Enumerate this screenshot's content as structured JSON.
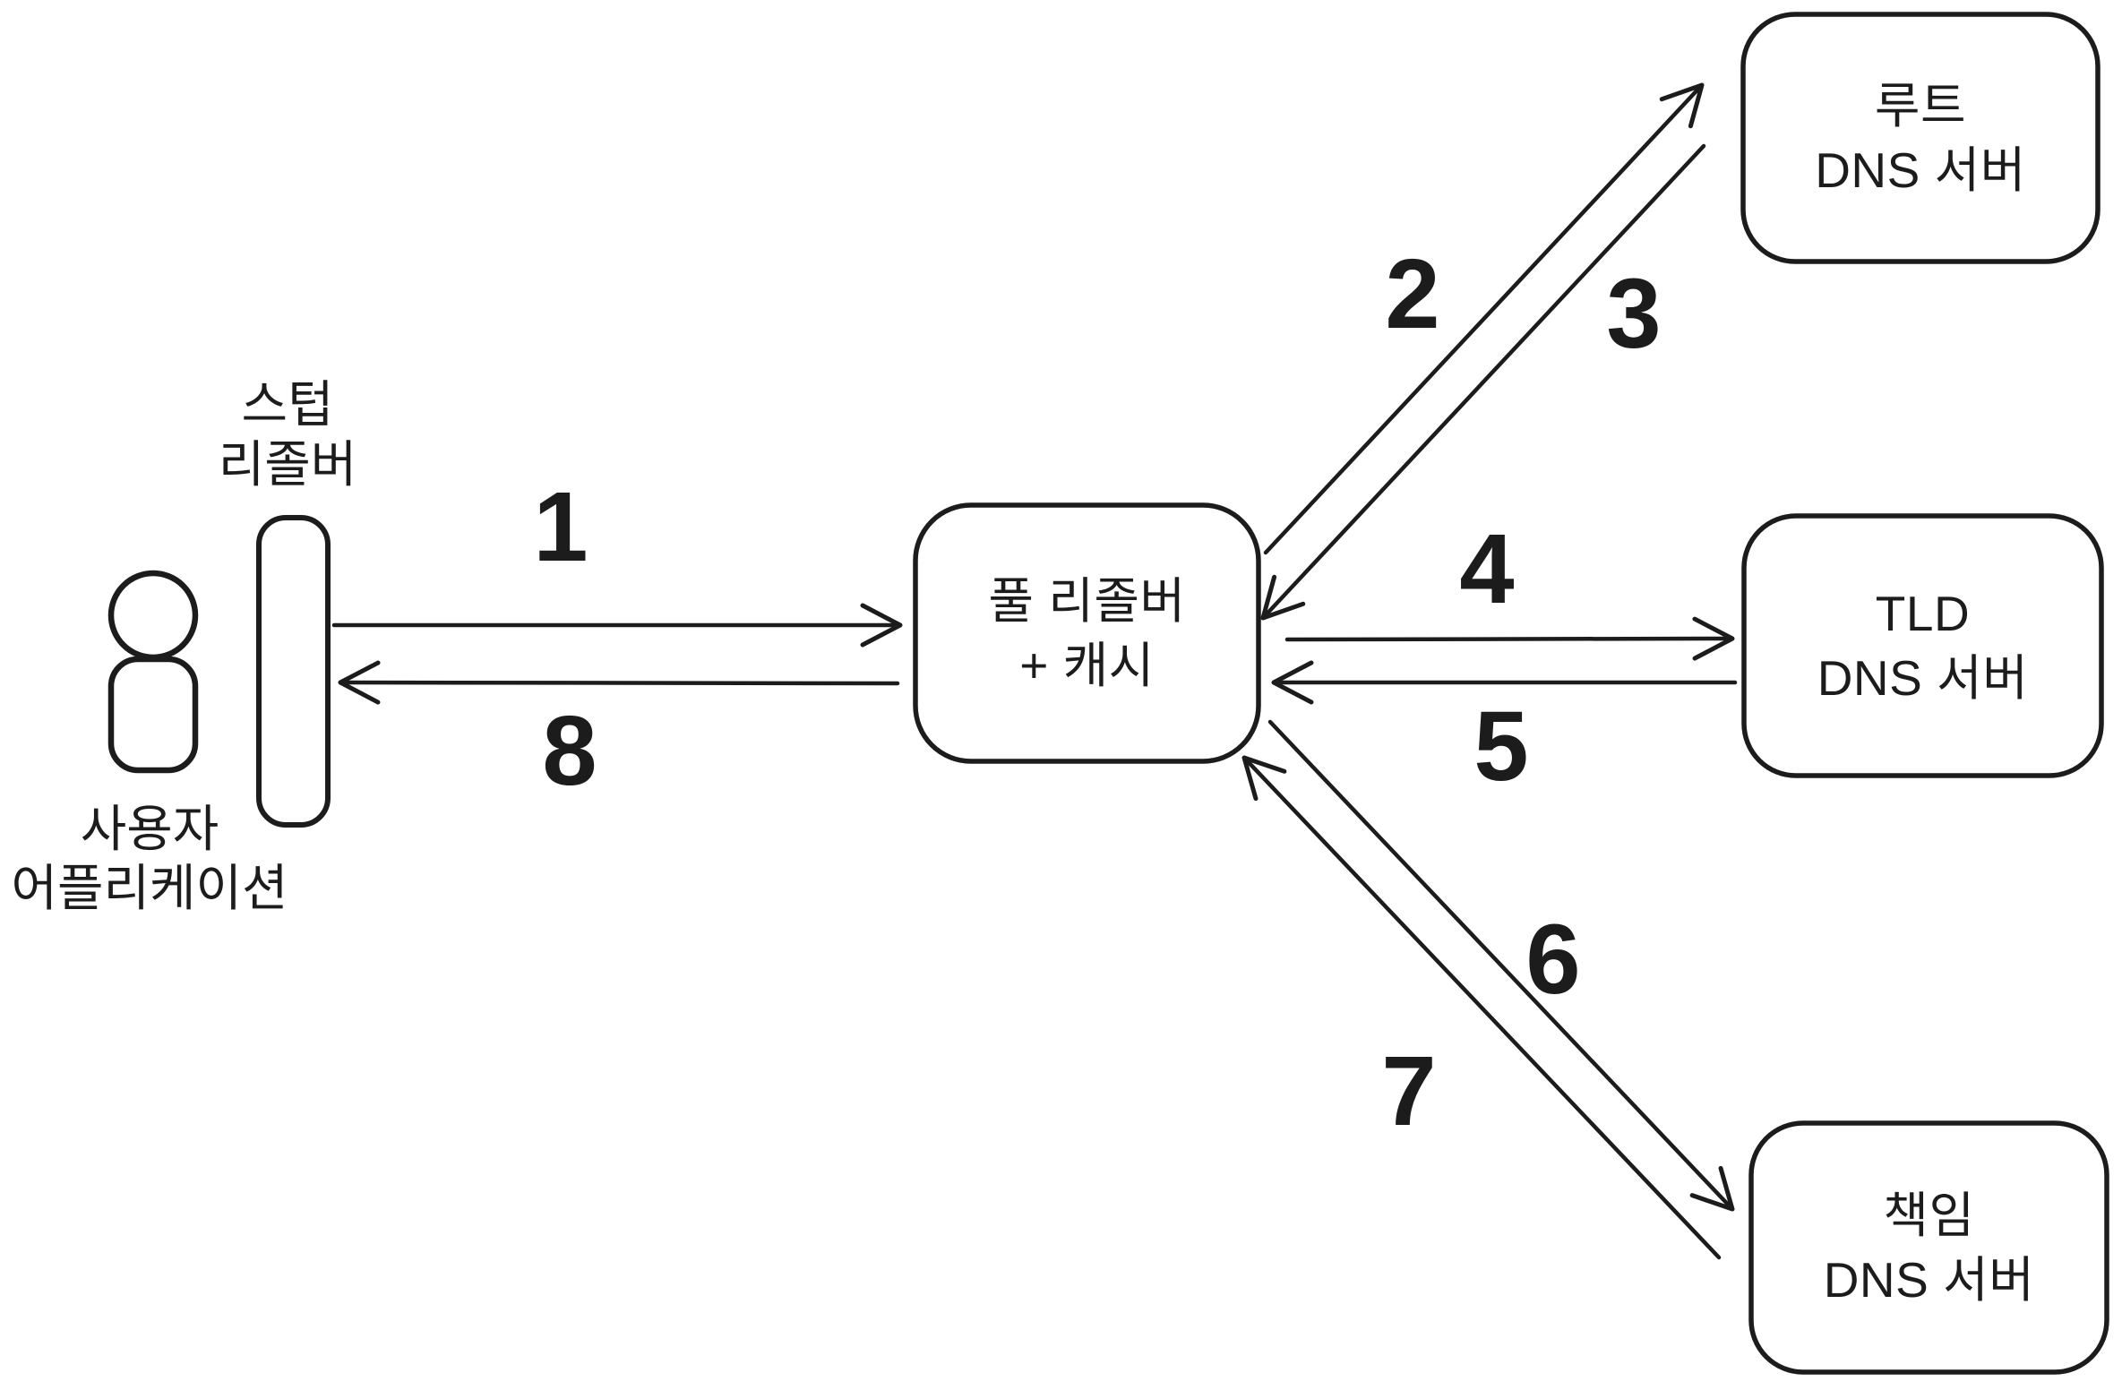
{
  "diagram": {
    "background_color": "#ffffff",
    "line_color": "#1c1c1c",
    "nodes": {
      "user_app": {
        "line1": "사용자",
        "line2": "어플리케이션",
        "icon": "person-icon"
      },
      "stub_resolver": {
        "line1": "스텁",
        "line2": "리졸버"
      },
      "full_resolver": {
        "line1": "풀 리졸버",
        "line2": "+ 캐시"
      },
      "root_dns": {
        "line1": "루트",
        "line2": "DNS 서버"
      },
      "tld_dns": {
        "line1": "TLD",
        "line2": "DNS 서버"
      },
      "auth_dns": {
        "line1": "책임",
        "line2": "DNS 서버"
      }
    },
    "steps": [
      {
        "label": "1",
        "from": "stub_resolver",
        "to": "full_resolver"
      },
      {
        "label": "2",
        "from": "full_resolver",
        "to": "root_dns"
      },
      {
        "label": "3",
        "from": "root_dns",
        "to": "full_resolver"
      },
      {
        "label": "4",
        "from": "full_resolver",
        "to": "tld_dns"
      },
      {
        "label": "5",
        "from": "tld_dns",
        "to": "full_resolver"
      },
      {
        "label": "6",
        "from": "full_resolver",
        "to": "auth_dns"
      },
      {
        "label": "7",
        "from": "auth_dns",
        "to": "full_resolver"
      },
      {
        "label": "8",
        "from": "full_resolver",
        "to": "stub_resolver"
      }
    ]
  }
}
